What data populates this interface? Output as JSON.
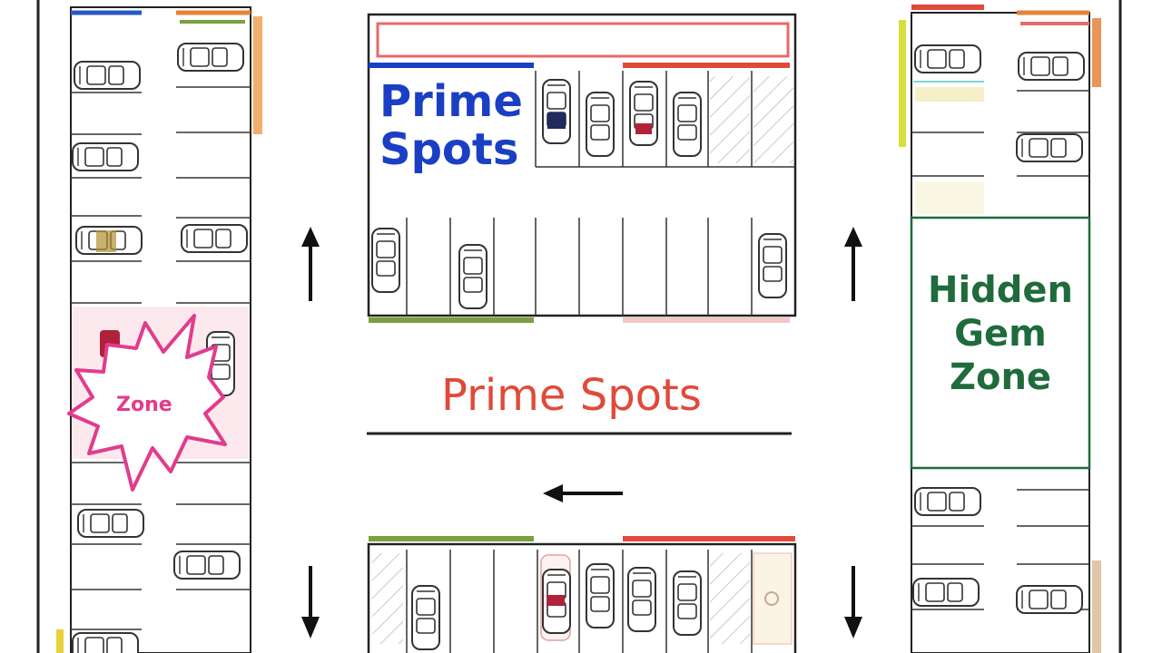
{
  "labels": {
    "prime_spots_lot": "Prime\nSpots",
    "prime_spots_center": "Prime Spots",
    "hidden_gem_zone": "Hidden\nGem\nZone",
    "zone_burst": "Zone"
  },
  "colors": {
    "blue": "#1a3fc4",
    "red": "#e04a3a",
    "green": "#1f6b3c",
    "pink": "#e23c8c",
    "olive": "#7aa040",
    "orange": "#e8823a",
    "yellow": "#d8df3a",
    "line": "#222222"
  }
}
